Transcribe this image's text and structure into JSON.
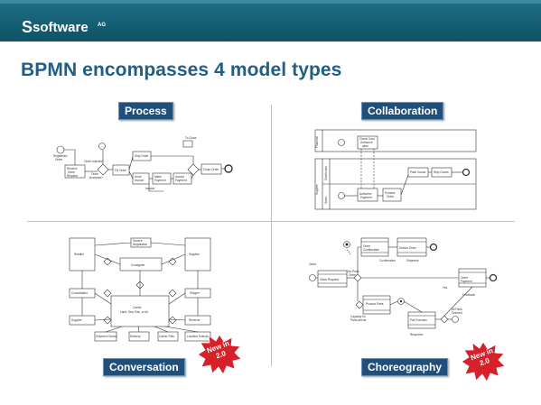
{
  "header": {
    "logo_text": "software",
    "logo_suffix": "AG"
  },
  "title": "BPMN encompasses 4 model types",
  "quadrants": {
    "process": {
      "label": "Process"
    },
    "collaboration": {
      "label": "Collaboration"
    },
    "conversation": {
      "label": "Conversation"
    },
    "choreography": {
      "label": "Choreography"
    }
  },
  "badges": {
    "new_line1": "New in",
    "new_line2": "2.0"
  },
  "colors": {
    "header": "#0f5266",
    "title": "#1f5e86",
    "label_bg": "#1f4f7a",
    "badge": "#d6202a"
  }
}
